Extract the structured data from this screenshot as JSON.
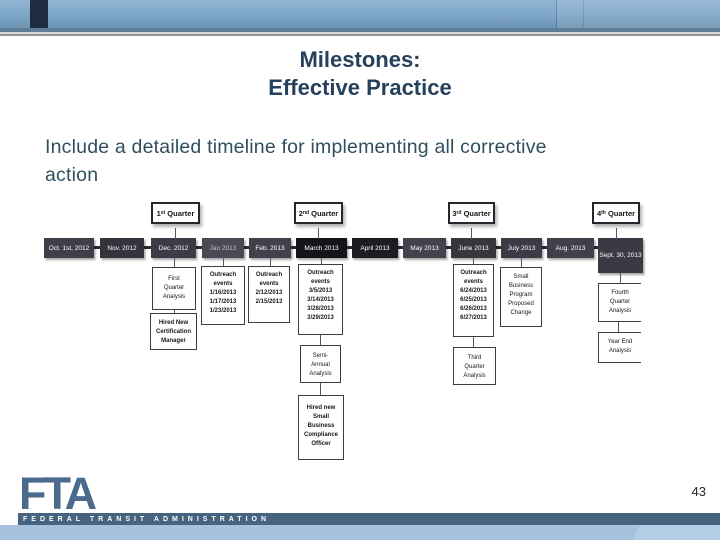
{
  "slide": {
    "title_line1": "Milestones:",
    "title_line2": "Effective Practice",
    "body_text": "Include a detailed timeline for implementing all corrective\naction",
    "page_number": "43"
  },
  "footer": {
    "logo_text": "FTA",
    "logo_subtext": "FEDERAL TRANSIT ADMINISTRATION"
  },
  "colors": {
    "title_text": "#25415c",
    "body_text": "#2f4f5e",
    "banner_blue": "#7ea6c8",
    "banner_dark_stripe": "#1d2c40",
    "footer_bar_dark": "#46647f",
    "footer_bar_light": "#a5c3df",
    "logo_blue": "#4a6b8c",
    "month_box_dark": "#38383f",
    "month_box_black": "#14141b"
  },
  "timeline": {
    "quarters": [
      {
        "num": "1",
        "suffix": "st",
        "word": " Quarter"
      },
      {
        "num": "2",
        "suffix": "nd",
        "word": " Quarter"
      },
      {
        "num": "3",
        "suffix": "rd",
        "word": " Quarter"
      },
      {
        "num": "4",
        "suffix": "th",
        "word": " Quarter"
      }
    ],
    "months": [
      "Oct. 1st, 2012",
      "Nov. 2012",
      "Dec. 2012",
      "Jan 2013",
      "Feb. 2013",
      "March 2013",
      "April 2013",
      "May 2013",
      "June 2013",
      "July 2013",
      "Aug. 2013",
      "Sept. 30,\n2013"
    ],
    "milestones": [
      "First\nQuarter\nAnalysis",
      "Hired New\nCertification\nManager",
      "Outreach\nevents\n1/16/2013\n1/17/2013\n1/23/2013",
      "Outreach\nevents\n2/12/2013\n2/15/2013",
      "Outreach\nevents\n3/5/2013\n3/14/2013\n3/28/2013\n3/29/2013",
      "Semi-\nAnnual\nAnalysis",
      "Hired new\nSmall\nBusiness\nCompliance\nOfficer",
      "Outreach\nevents\n6/24/2013\n6/25/2013\n6/26/2013\n6/27/2013",
      "Third\nQuarter\nAnalysis",
      "Small\nBusiness\nProgram\nProposed\nChange",
      "Fourth\nQuarter\nAnalysis",
      "Year End\nAnalysis"
    ]
  }
}
